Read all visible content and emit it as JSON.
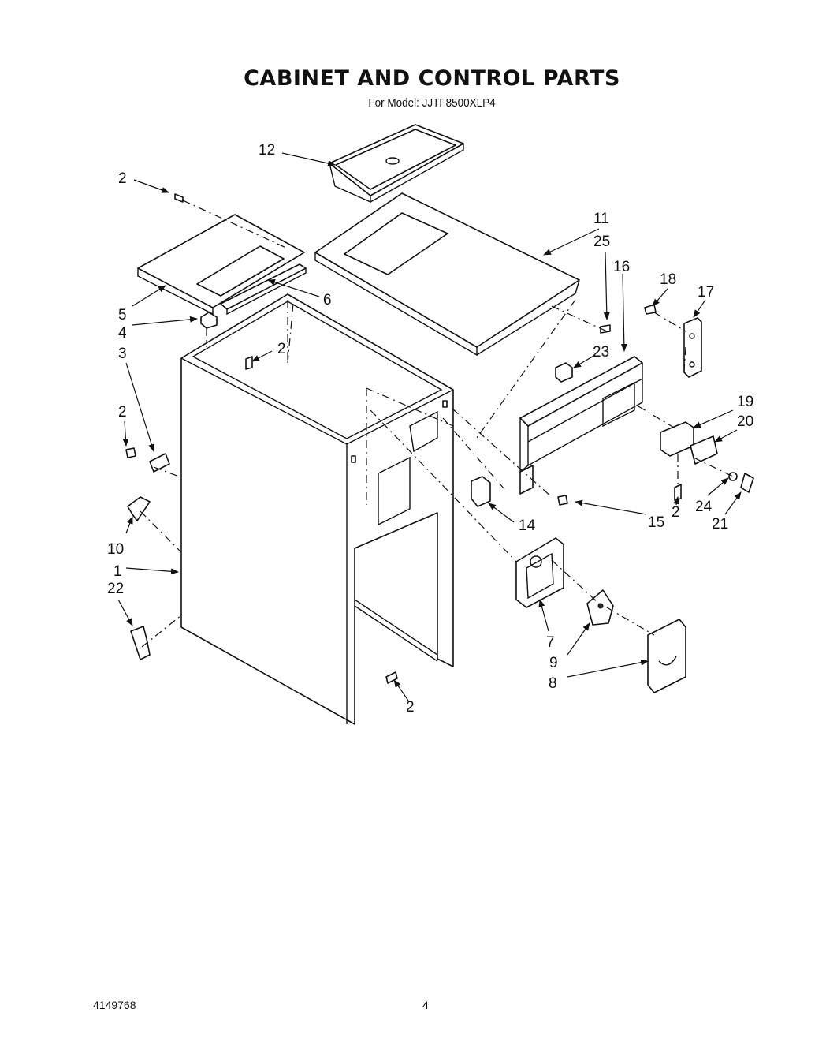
{
  "page": {
    "title": "CABINET AND CONTROL PARTS",
    "subtitle": "For Model: JJTF8500XLP4",
    "doc_number": "4149768",
    "page_number": "4"
  },
  "callouts": [
    "12",
    "2",
    "11",
    "25",
    "16",
    "18",
    "17",
    "5",
    "4",
    "6",
    "3",
    "2",
    "23",
    "2",
    "19",
    "20",
    "2",
    "10",
    "1",
    "22",
    "14",
    "15",
    "24",
    "21",
    "7",
    "9",
    "8",
    "2"
  ]
}
